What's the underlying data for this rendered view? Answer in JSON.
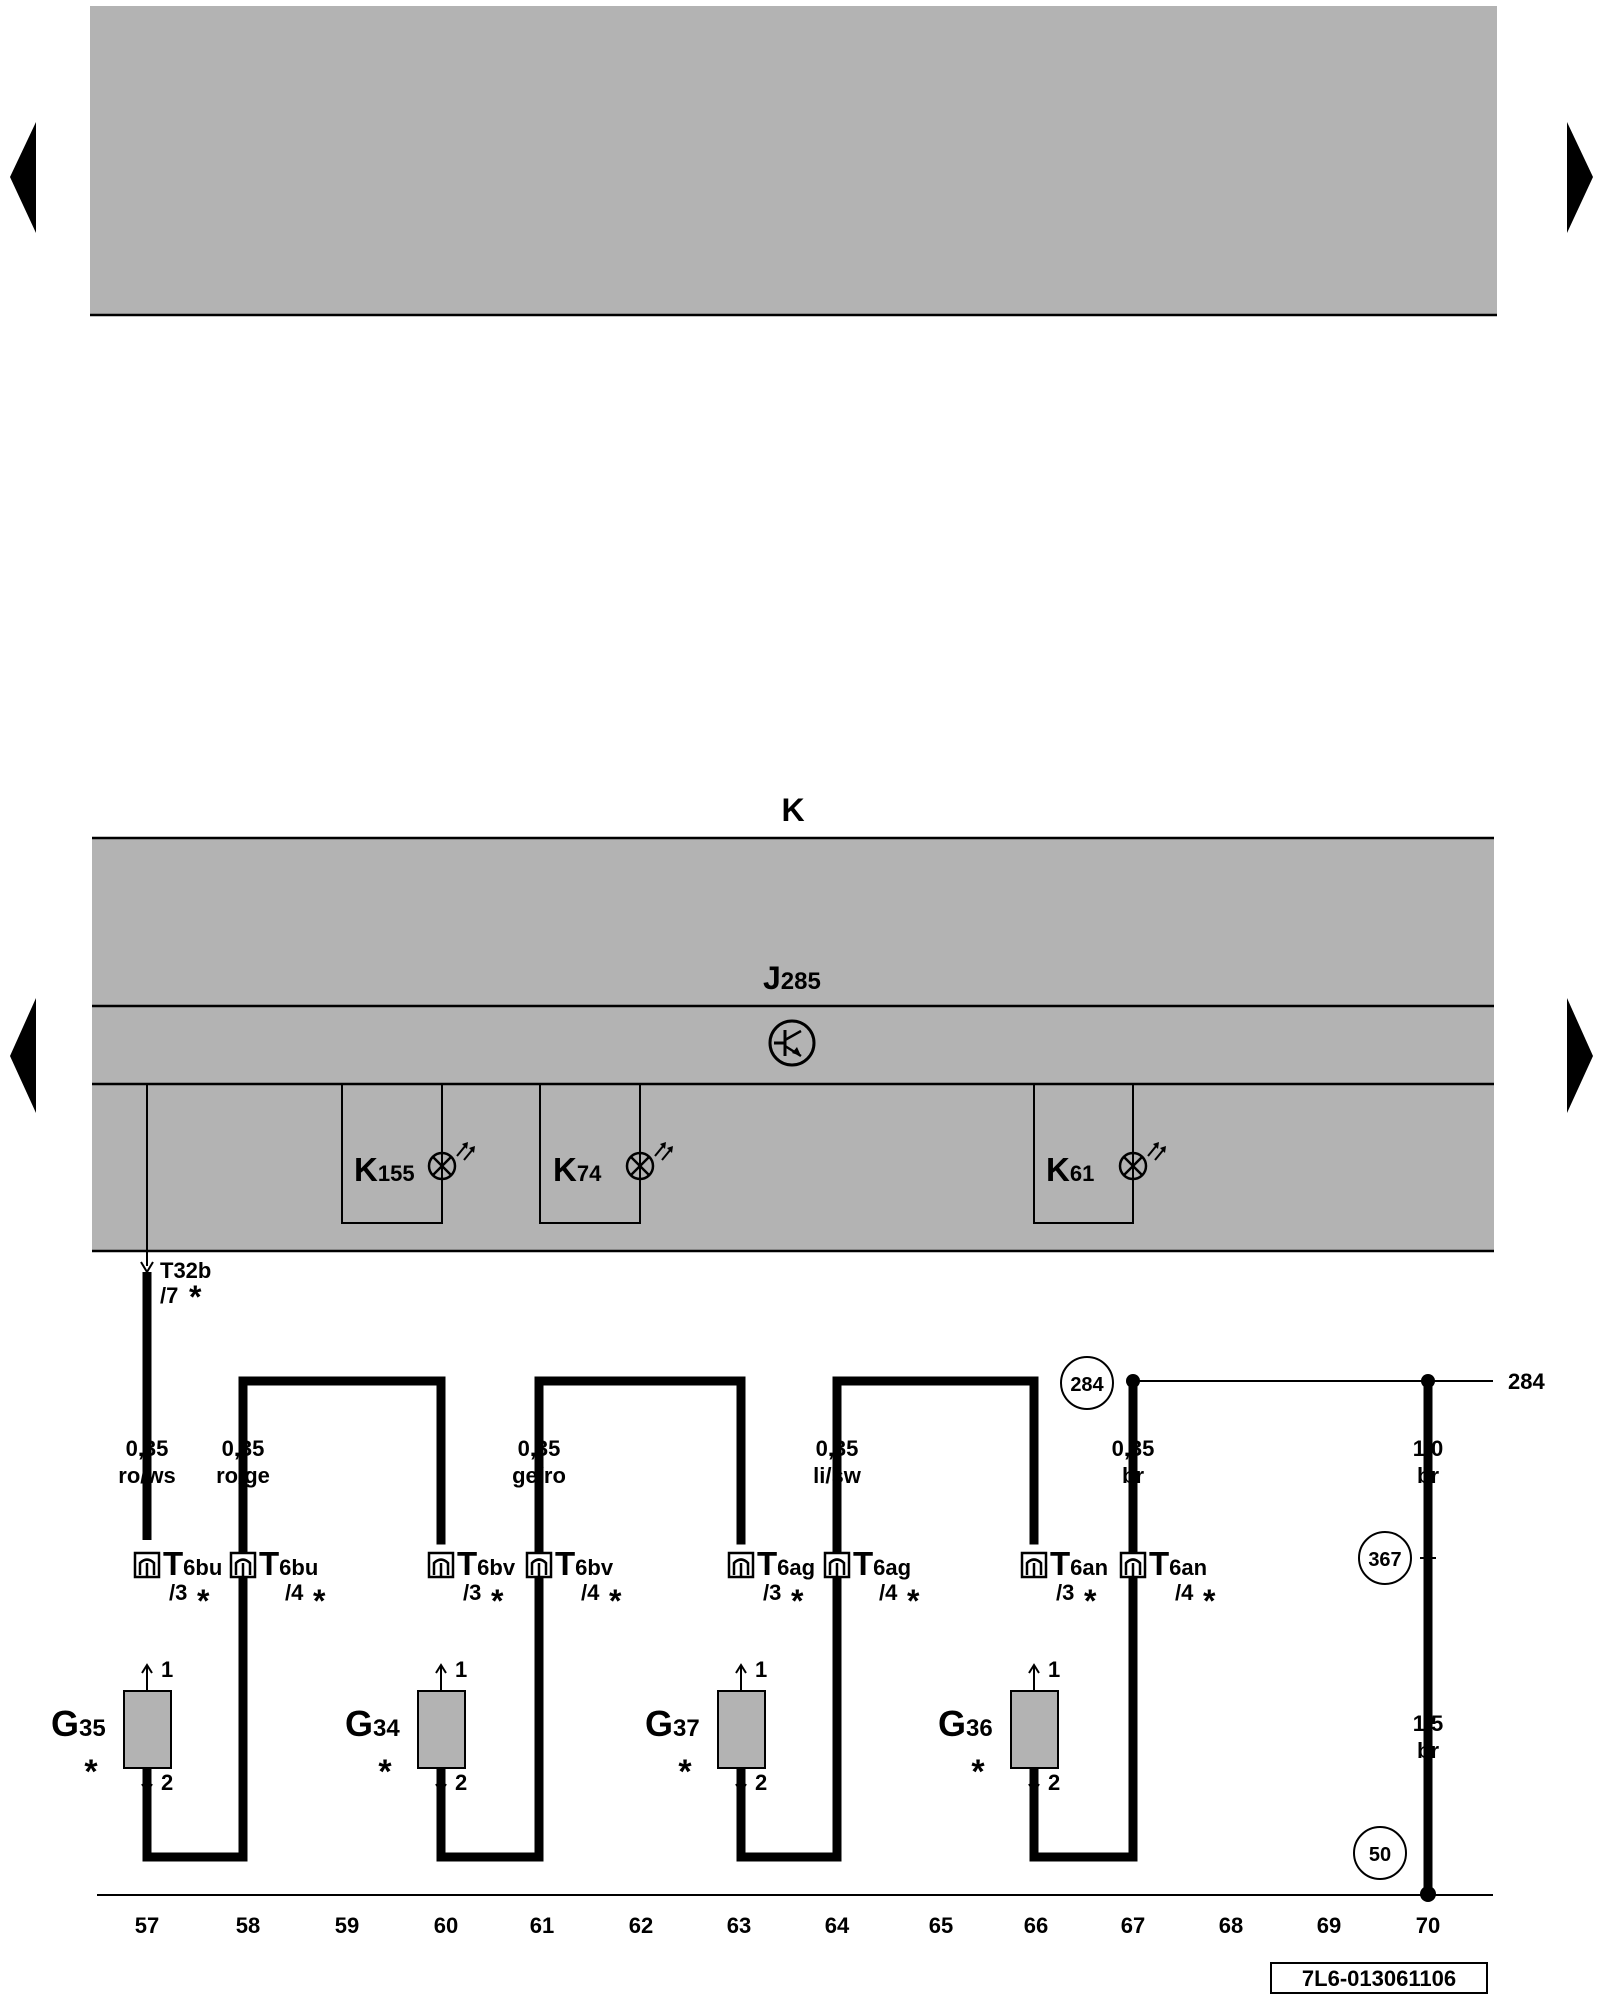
{
  "top_panel": {},
  "component_title": "K",
  "control_unit": {
    "letter": "J",
    "sub": "285"
  },
  "warning_lamps": [
    {
      "letter": "K",
      "sub": "155"
    },
    {
      "letter": "K",
      "sub": "74"
    },
    {
      "letter": "K",
      "sub": "61"
    }
  ],
  "connector_top": {
    "name": "T32b",
    "pin": "/7",
    "star": "*"
  },
  "wires": [
    {
      "size": "0,35",
      "color": "ro/ws"
    },
    {
      "size": "0,35",
      "color": "ro/ge"
    },
    {
      "size": "0,35",
      "color": "ge/ro"
    },
    {
      "size": "0,35",
      "color": "li/sw"
    },
    {
      "size": "0,35",
      "color": "br"
    },
    {
      "size": "1,0",
      "color": "br"
    },
    {
      "size": "1,5",
      "color": "br"
    }
  ],
  "connectors": [
    {
      "main": "T",
      "sub": "6bu",
      "pin": "/3",
      "star": "*"
    },
    {
      "main": "T",
      "sub": "6bu",
      "pin": "/4",
      "star": "*"
    },
    {
      "main": "T",
      "sub": "6bv",
      "pin": "/3",
      "star": "*"
    },
    {
      "main": "T",
      "sub": "6bv",
      "pin": "/4",
      "star": "*"
    },
    {
      "main": "T",
      "sub": "6ag",
      "pin": "/3",
      "star": "*"
    },
    {
      "main": "T",
      "sub": "6ag",
      "pin": "/4",
      "star": "*"
    },
    {
      "main": "T",
      "sub": "6an",
      "pin": "/3",
      "star": "*"
    },
    {
      "main": "T",
      "sub": "6an",
      "pin": "/4",
      "star": "*"
    }
  ],
  "sensors": [
    {
      "letter": "G",
      "sub": "35",
      "star": "*",
      "pin1": "1",
      "pin2": "2"
    },
    {
      "letter": "G",
      "sub": "34",
      "star": "*",
      "pin1": "1",
      "pin2": "2"
    },
    {
      "letter": "G",
      "sub": "37",
      "star": "*",
      "pin1": "1",
      "pin2": "2"
    },
    {
      "letter": "G",
      "sub": "36",
      "star": "*",
      "pin1": "1",
      "pin2": "2"
    }
  ],
  "references": {
    "circle_284": "284",
    "line_284": "284",
    "circle_367": "367",
    "circle_50": "50"
  },
  "scale": [
    "57",
    "58",
    "59",
    "60",
    "61",
    "62",
    "63",
    "64",
    "65",
    "66",
    "67",
    "68",
    "69",
    "70"
  ],
  "doc_code": "7L6-013061106",
  "colors": {
    "panel": "#b3b3b3",
    "line": "#000000",
    "sensor": "#b3b3b3",
    "background": "#ffffff"
  }
}
